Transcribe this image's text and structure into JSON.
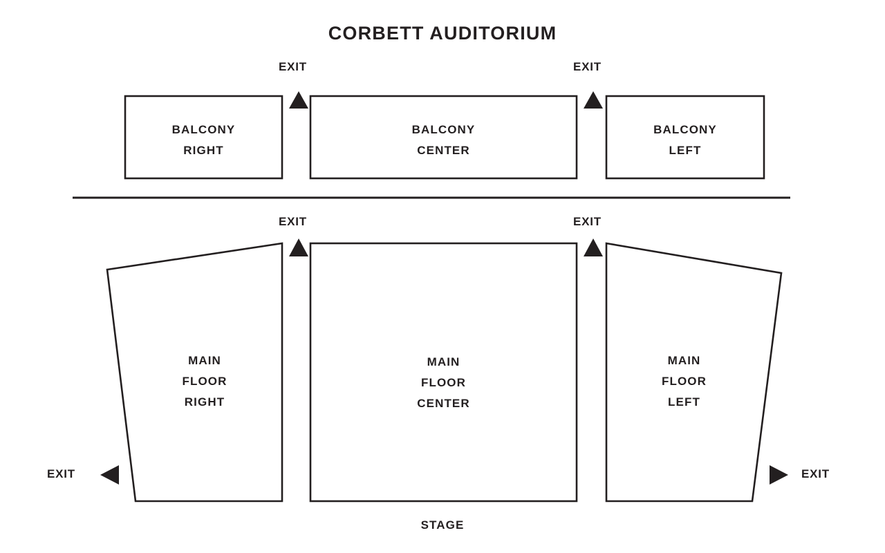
{
  "title": "CORBETT AUDITORIUM",
  "colors": {
    "ink": "#231f20",
    "background": "#ffffff",
    "outline": "#231f20"
  },
  "levels": {
    "balcony": {
      "sections": [
        {
          "id": "balcony-right",
          "line1": "BALCONY",
          "line2": "RIGHT"
        },
        {
          "id": "balcony-center",
          "line1": "BALCONY",
          "line2": "CENTER"
        },
        {
          "id": "balcony-left",
          "line1": "BALCONY",
          "line2": "LEFT"
        }
      ]
    },
    "main_floor": {
      "sections": [
        {
          "id": "main-floor-right",
          "line1": "MAIN",
          "line2": "FLOOR",
          "line3": "RIGHT"
        },
        {
          "id": "main-floor-center",
          "line1": "MAIN",
          "line2": "FLOOR",
          "line3": "CENTER"
        },
        {
          "id": "main-floor-left",
          "line1": "MAIN",
          "line2": "FLOOR",
          "line3": "LEFT"
        }
      ]
    }
  },
  "exits": [
    {
      "id": "balcony-exit-right",
      "label": "EXIT",
      "direction": "up"
    },
    {
      "id": "balcony-exit-left",
      "label": "EXIT",
      "direction": "up"
    },
    {
      "id": "main-floor-exit-right",
      "label": "EXIT",
      "direction": "up"
    },
    {
      "id": "main-floor-exit-left",
      "label": "EXIT",
      "direction": "up"
    },
    {
      "id": "side-exit-right",
      "label": "EXIT",
      "direction": "left"
    },
    {
      "id": "side-exit-left",
      "label": "EXIT",
      "direction": "right"
    }
  ],
  "stage": {
    "label": "STAGE"
  }
}
